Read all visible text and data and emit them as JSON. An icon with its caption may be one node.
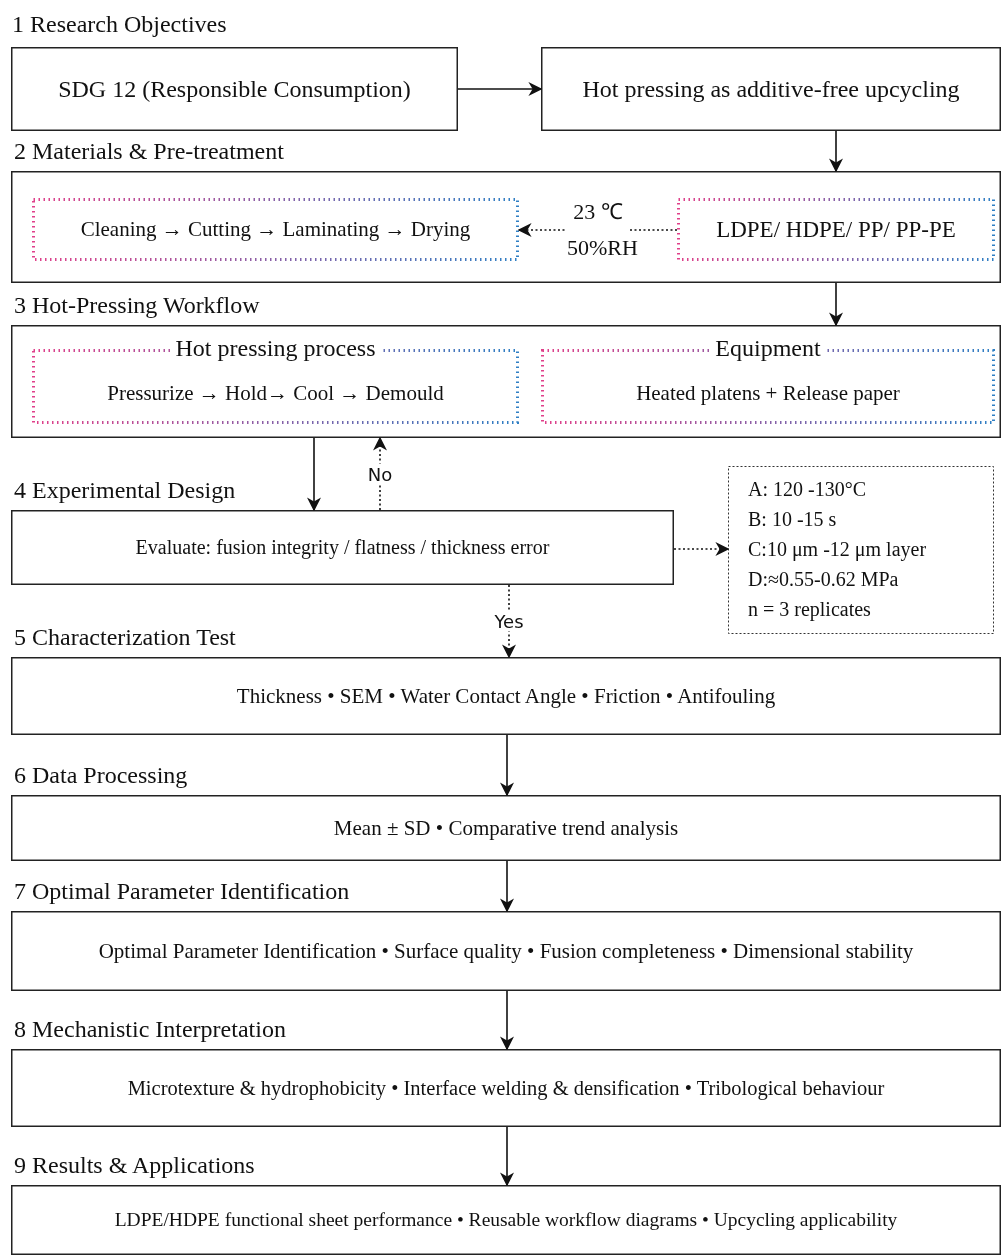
{
  "diagram": {
    "nodes": [
      {
        "text": [
          "SDG 12 (Responsible Consumption)"
        ]
      },
      {
        "text": [
          "Hot pressing as additive-free upcycling"
        ]
      },
      {
        "text": [
          "2 Materials & Pre-treatment"
        ]
      },
      {
        "text": [
          "Cleaning → Cutting → Laminating → Drying"
        ],
        "in": 2
      },
      {
        "text": [
          "LDPE/ HDPE/ PP/ PP-PE"
        ],
        "in": 2
      },
      {
        "text": [
          "3 Hot-Pressing Workflow"
        ]
      },
      {
        "text": [
          "Hot pressing process",
          "Pressurize → Hold→ Cool → Demould"
        ],
        "in": 5
      },
      {
        "text": [
          "Equipment",
          "Heated platens + Release paper"
        ],
        "in": 5
      },
      {
        "text": [
          "4 Experimental Design",
          "Evaluate: fusion integrity / flatness / thickness error"
        ]
      },
      {
        "text": [
          "A: 120 -130°C",
          "B: 10 -15 s",
          "C:10 μm -12 μm layer",
          "D:≈0.55-0.62 MPa",
          "n = 3 replicates"
        ]
      },
      {
        "text": [
          "5 Characterization Test",
          "Thickness • SEM • Water Contact Angle • Friction • Antifouling"
        ]
      },
      {
        "text": [
          "6 Data Processing",
          "Mean ± SD • Comparative trend analysis"
        ]
      },
      {
        "text": [
          "7 Optimal Parameter Identification",
          "Optimal Parameter Identification • Surface quality • Fusion completeness • Dimensional stability"
        ]
      },
      {
        "text": [
          "8 Mechanistic Interpretation",
          "Microtexture & hydrophobicity • Interface welding & densification • Tribological behaviour"
        ]
      },
      {
        "text": [
          "9 Results & Applications",
          "LDPE/HDPE functional sheet performance • Reusable workflow diagrams • Upcycling applicability"
        ]
      }
    ],
    "edges": [
      {
        "from": 0,
        "to": 1,
        "arrow": "to"
      },
      {
        "from": 1,
        "to": 2,
        "arrow": "to"
      },
      {
        "from": 4,
        "to": 3,
        "arrow": "to",
        "style": "dashed",
        "label": "23 ℃ 50%RH"
      },
      {
        "from": 2,
        "to": 5,
        "arrow": "to"
      },
      {
        "from": 5,
        "to": 8,
        "arrow": "to"
      },
      {
        "from": 8,
        "to": 5,
        "arrow": "to",
        "style": "dashed",
        "label": "No"
      },
      {
        "from": 8,
        "to": 9,
        "arrow": "to",
        "style": "dashed"
      },
      {
        "from": 8,
        "to": 10,
        "arrow": "to",
        "style": "dashed",
        "label": "Yes"
      },
      {
        "from": 10,
        "to": 11,
        "arrow": "to"
      },
      {
        "from": 11,
        "to": 12,
        "arrow": "to"
      },
      {
        "from": 12,
        "to": 13,
        "arrow": "to"
      },
      {
        "from": 13,
        "to": 14,
        "arrow": "to"
      }
    ],
    "labels": [
      "1 Research Objectives"
    ]
  }
}
